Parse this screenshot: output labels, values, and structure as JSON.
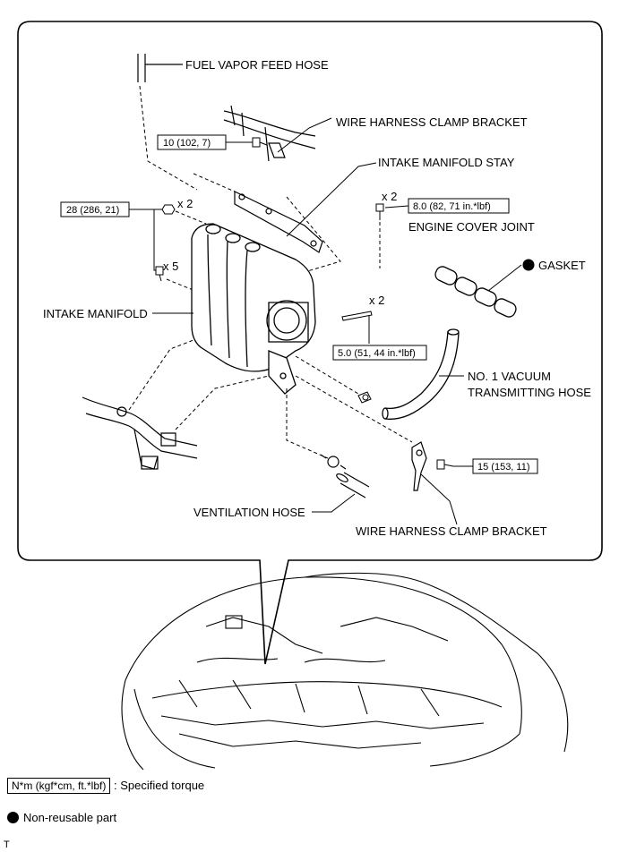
{
  "labels": {
    "fuel_vapor_feed_hose": "FUEL VAPOR FEED HOSE",
    "wire_harness_clamp_bracket_top": "WIRE HARNESS CLAMP BRACKET",
    "intake_manifold_stay": "INTAKE MANIFOLD STAY",
    "engine_cover_joint": "ENGINE COVER JOINT",
    "gasket": "GASKET",
    "intake_manifold": "INTAKE MANIFOLD",
    "no1_vacuum_line1": "NO. 1 VACUUM",
    "no1_vacuum_line2": "TRANSMITTING HOSE",
    "ventilation_hose": "VENTILATION HOSE",
    "wire_harness_clamp_bracket_bottom": "WIRE HARNESS CLAMP BRACKET"
  },
  "torques": {
    "bracket_bolt": "10 (102, 7)",
    "manifold_nut": "28 (286, 21)",
    "engine_cover_joint": "8.0 (82, 71 in.*lbf)",
    "stud_bolt": "5.0 (51, 44 in.*lbf)",
    "clamp_bolt": "15 (153, 11)"
  },
  "quantities": {
    "nut_count": "x 2",
    "bolt_count": "x 5",
    "cover_joint_count": "x 2",
    "stud_count": "x 2"
  },
  "legend": {
    "torque_key": "N*m (kgf*cm, ft.*lbf)",
    "torque_desc": ": Specified torque",
    "non_reusable": "Non-reusable part"
  },
  "corner_mark": "T"
}
